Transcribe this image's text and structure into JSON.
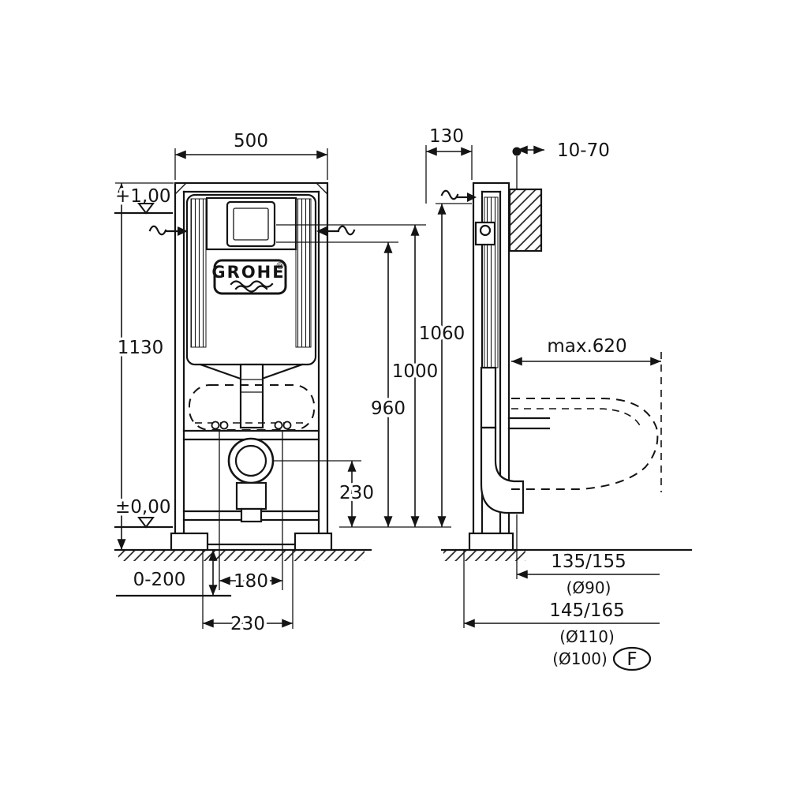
{
  "logo": {
    "brand": "GROHE",
    "registered": "®"
  },
  "front_view": {
    "width": "500",
    "height": "1130",
    "upper_level": "+1,00",
    "floor_level": "±0,00",
    "floor_adjust": "0-200",
    "bolt_spacing": "180",
    "anchor_spacing": "230",
    "drain_height": "230",
    "h960": "960",
    "h1000": "1000",
    "h1060": "1060"
  },
  "side_view": {
    "depth": "130",
    "wall_distance": "10-70",
    "max_projection": "max.620",
    "outlet_a": "135/155",
    "outlet_a_dia": "(Ø90)",
    "outlet_b": "145/165",
    "outlet_b_dia1": "(Ø110)",
    "outlet_b_dia2": "(Ø100)",
    "type_marker": "F"
  }
}
